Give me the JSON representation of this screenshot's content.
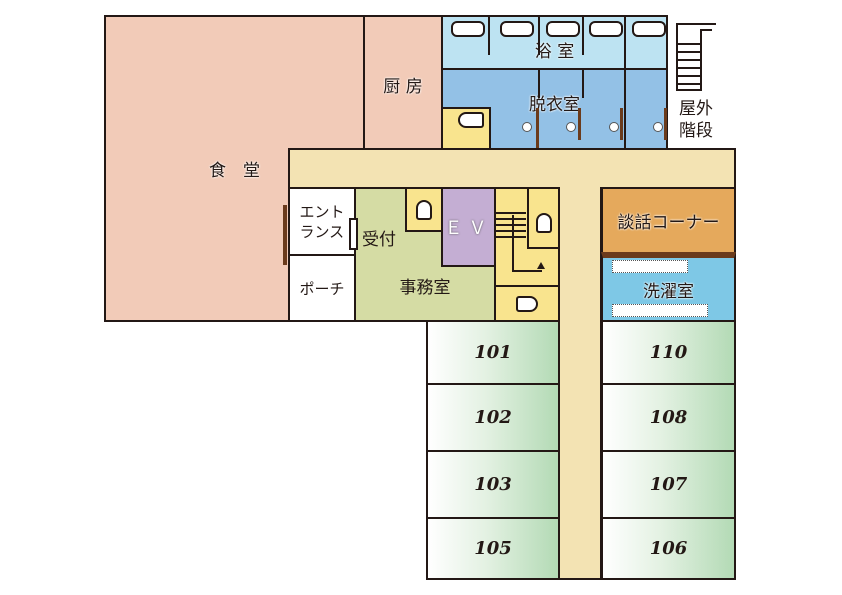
{
  "rooms": {
    "dining": "食　堂",
    "kitchen": "厨 房",
    "bath": "浴 室",
    "dressing": "脱衣室",
    "outdoor_stairs": "屋外\n階段",
    "entrance": "エント\nランス",
    "reception": "受付",
    "porch": "ポーチ",
    "office": "事務室",
    "ev": "ＥＶ",
    "lounge": "談話コーナー",
    "laundry": "洗濯室"
  },
  "units_left": [
    "101",
    "102",
    "103",
    "105"
  ],
  "units_right": [
    "110",
    "108",
    "107",
    "106"
  ],
  "colors": {
    "dining": "#f2cbb8",
    "bath": "#bde3f2",
    "dressing": "#93c1e6",
    "corridor": "#f3e3b3",
    "office": "#d5dca4",
    "ev": "#c4aed3",
    "toilet": "#f9e48e",
    "lounge": "#e5a95c",
    "laundry": "#7ec8e6"
  }
}
